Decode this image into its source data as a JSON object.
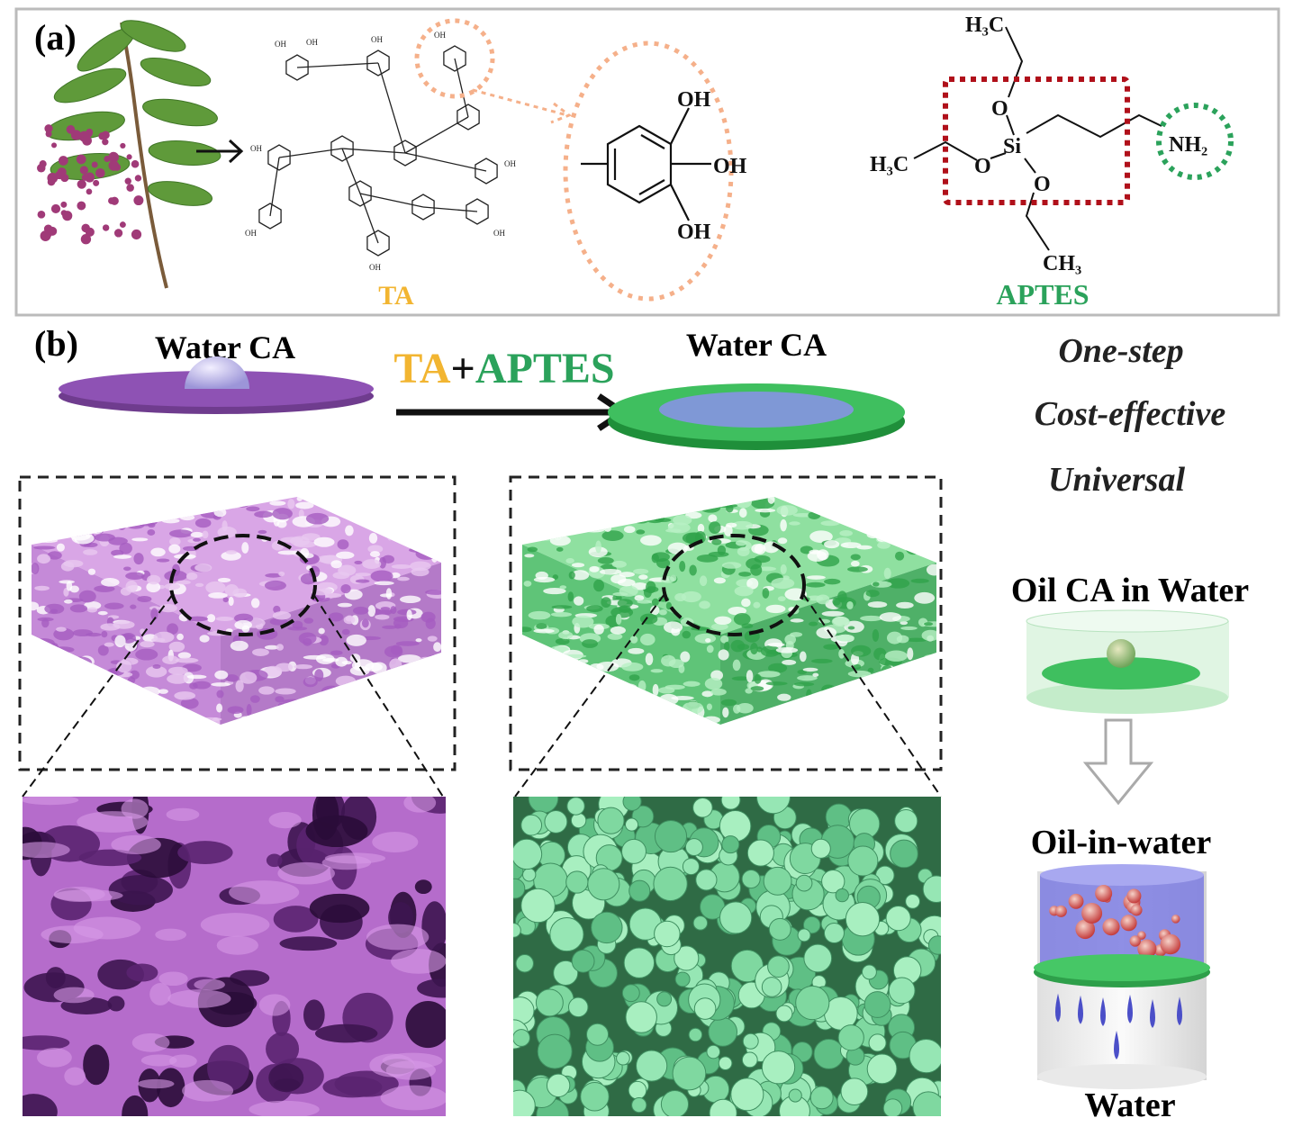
{
  "panel_a": {
    "label": "(a)",
    "ta_label": "TA",
    "gallol_oh": [
      "OH",
      "OH",
      "OH"
    ],
    "aptes": {
      "h3c_top": "H₃C",
      "h3c_left": "H₃C",
      "ch3_bottom": "CH₃",
      "si": "Si",
      "o": "O",
      "nh2": "NH₂",
      "label": "APTES"
    }
  },
  "panel_b": {
    "label": "(b)",
    "before_title": "Water CA",
    "after_title": "Water CA",
    "reaction": {
      "ta": "TA",
      "plus": "+",
      "aptes": "APTES"
    },
    "features": [
      "One-step",
      "Cost-effective",
      "Universal"
    ],
    "oil_ca_title": "Oil CA in Water",
    "oil_in_water": "Oil-in-water",
    "water": "Water"
  },
  "colors": {
    "ta": "#f2b531",
    "aptes": "#2ba25b",
    "purple": "#9a58c0",
    "green": "#3fbf5f",
    "red_box": "#b0101a"
  }
}
